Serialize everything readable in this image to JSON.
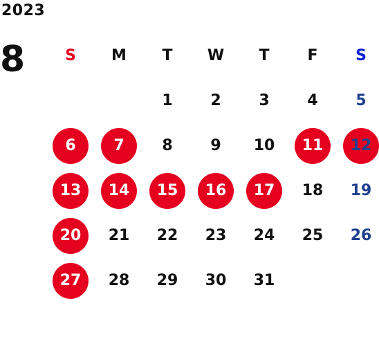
{
  "year": "2023",
  "month": "8",
  "weekdays": [
    "S",
    "M",
    "T",
    "W",
    "T",
    "F",
    "S"
  ],
  "weeks": [
    [
      "",
      "",
      "1",
      "2",
      "3",
      "4",
      "5"
    ],
    [
      "6",
      "7",
      "8",
      "9",
      "10",
      "11",
      "12"
    ],
    [
      "13",
      "14",
      "15",
      "16",
      "17",
      "18",
      "19"
    ],
    [
      "20",
      "21",
      "22",
      "23",
      "24",
      "25",
      "26"
    ],
    [
      "27",
      "28",
      "29",
      "30",
      "31",
      "",
      ""
    ]
  ],
  "highlighted_days": [
    "6",
    "7",
    "11",
    "12",
    "13",
    "14",
    "15",
    "16",
    "17",
    "20",
    "27"
  ],
  "colors": {
    "highlight": "#e5001f",
    "sunday_header": "#e5001f",
    "saturday_header": "#0a1fd6",
    "saturday_day": "#1f3f8f",
    "text": "#111111"
  }
}
